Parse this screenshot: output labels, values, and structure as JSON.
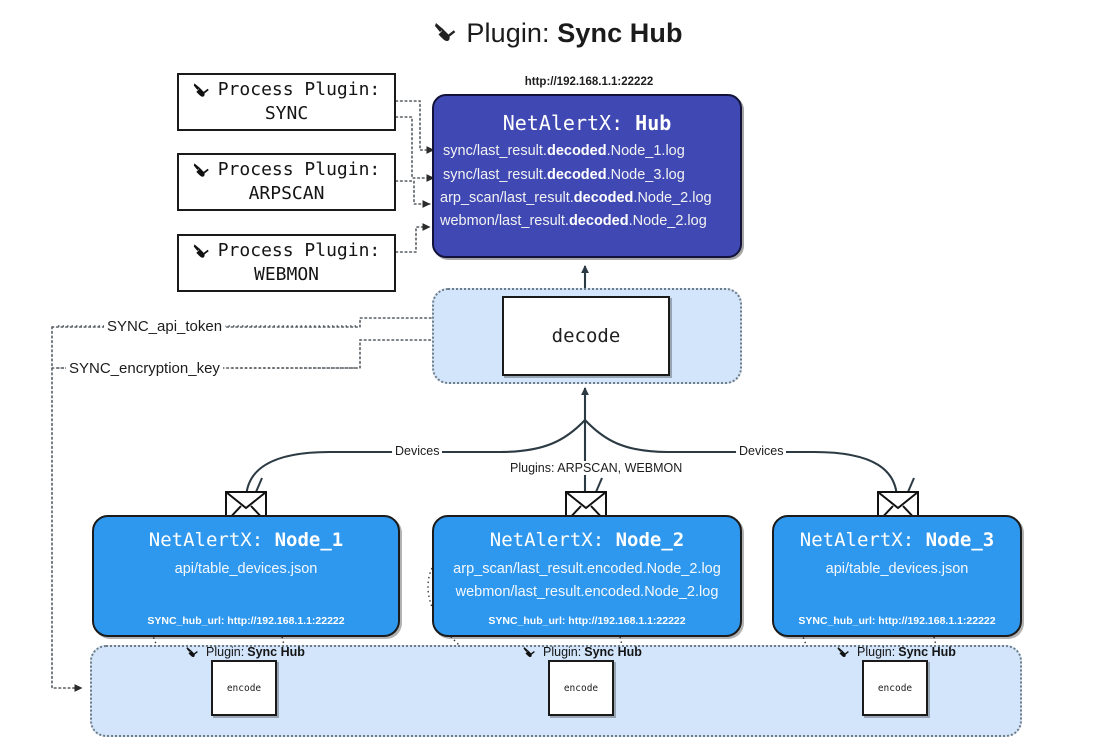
{
  "title": {
    "icon": "plug-icon",
    "prefix": "Plugin:",
    "name": "Sync Hub"
  },
  "process_plugins": [
    {
      "icon": "plug-icon",
      "header": "Process Plugin:",
      "name": "SYNC"
    },
    {
      "icon": "plug-icon",
      "header": "Process Plugin:",
      "name": "ARPSCAN"
    },
    {
      "icon": "plug-icon",
      "header": "Process Plugin:",
      "name": "WEBMON"
    }
  ],
  "hub": {
    "url": "http://192.168.1.1:22222",
    "prefix": "NetAlertX:",
    "name": "Hub",
    "logs": [
      {
        "pre": "sync/last_result.",
        "em": "decoded",
        "post": ".Node_1.log"
      },
      {
        "pre": "sync/last_result.",
        "em": "decoded",
        "post": ".Node_3.log"
      },
      {
        "pre": "arp_scan/last_result.",
        "em": "decoded",
        "post": ".Node_2.log"
      },
      {
        "pre": "webmon/last_result.",
        "em": "decoded",
        "post": ".Node_2.log"
      }
    ]
  },
  "decode": {
    "label": "decode"
  },
  "secrets": [
    {
      "label": "SYNC_api_token"
    },
    {
      "label": "SYNC_encryption_key"
    }
  ],
  "edge_labels": {
    "devices_left": "Devices",
    "devices_right": "Devices",
    "plugins_center": "Plugins: ARPSCAN, WEBMON"
  },
  "nodes": [
    {
      "prefix": "NetAlertX:",
      "name": "Node_1",
      "lines": [
        "api/table_devices.json"
      ],
      "hub_url_label": "SYNC_hub_url: http://192.168.1.1:22222",
      "encode_label": "encode",
      "plugin_label_prefix": "Plugin:",
      "plugin_label_name": "Sync Hub",
      "icon": "envelope-icon"
    },
    {
      "prefix": "NetAlertX:",
      "name": "Node_2",
      "lines": [
        "arp_scan/last_result.encoded.Node_2.log",
        "webmon/last_result.encoded.Node_2.log"
      ],
      "hub_url_label": "SYNC_hub_url: http://192.168.1.1:22222",
      "encode_label": "encode",
      "plugin_label_prefix": "Plugin:",
      "plugin_label_name": "Sync Hub",
      "icon": "envelope-icon"
    },
    {
      "prefix": "NetAlertX:",
      "name": "Node_3",
      "lines": [
        "api/table_devices.json"
      ],
      "hub_url_label": "SYNC_hub_url: http://192.168.1.1:22222",
      "encode_label": "encode",
      "plugin_label_prefix": "Plugin:",
      "plugin_label_name": "Sync Hub",
      "icon": "envelope-icon"
    }
  ],
  "colors": {
    "hub_fill": "#4049b3",
    "node_fill": "#2e97ee",
    "container_fill": "#d2e5fa",
    "stroke": "#1a1a1a"
  }
}
